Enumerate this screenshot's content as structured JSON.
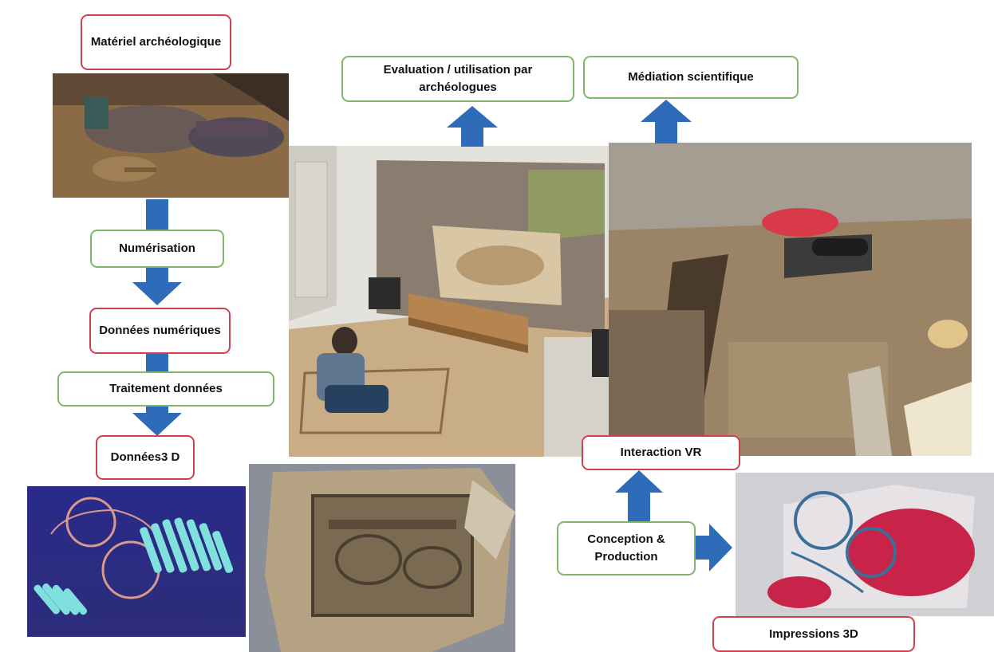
{
  "boxes": {
    "materiel": "Matériel archéologique",
    "numerisation": "Numérisation",
    "donnees_numeriques": "Données numériques",
    "traitement": "Traitement données",
    "donnees3d": "Données3 D",
    "evaluation": "Evaluation / utilisation par archéologues",
    "mediation": "Médiation scientifique",
    "interaction": "Interaction VR",
    "conception": "Conception & Production",
    "impressions": "Impressions 3D"
  },
  "colors": {
    "arrow": "#2e6bb8",
    "red_border": "#d0404e",
    "green_border": "#7fb86a"
  }
}
